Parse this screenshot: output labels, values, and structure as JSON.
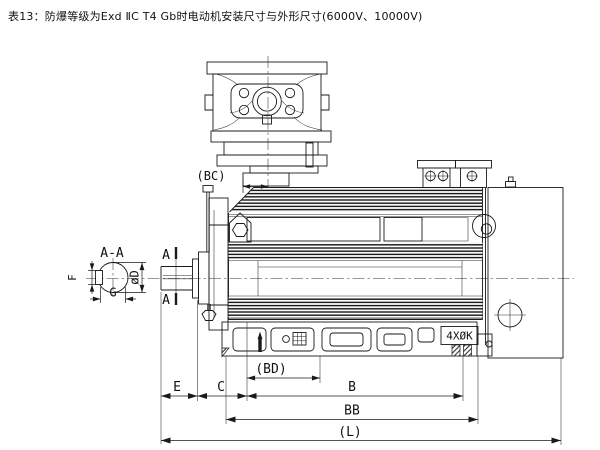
{
  "title": "表13：防爆等级为Exd ⅡC T4 Gb时电动机安装尺寸与外形尺寸(6000V、10000V)",
  "drawing": {
    "kind": "motor outline and mounting dimension drawing",
    "section_label": "A-A",
    "cut_marks": {
      "top": "A",
      "bottom": "A"
    },
    "dims": {
      "D": "øD",
      "F": "F",
      "G": "G",
      "BC": "(BC)",
      "BD": "(BD)",
      "E": "E",
      "C": "C",
      "B": "B",
      "BB": "BB",
      "L": "(L)",
      "K": "4XØK"
    },
    "colors": {
      "ink": "#1a1a1a",
      "paper": "#ffffff"
    }
  }
}
